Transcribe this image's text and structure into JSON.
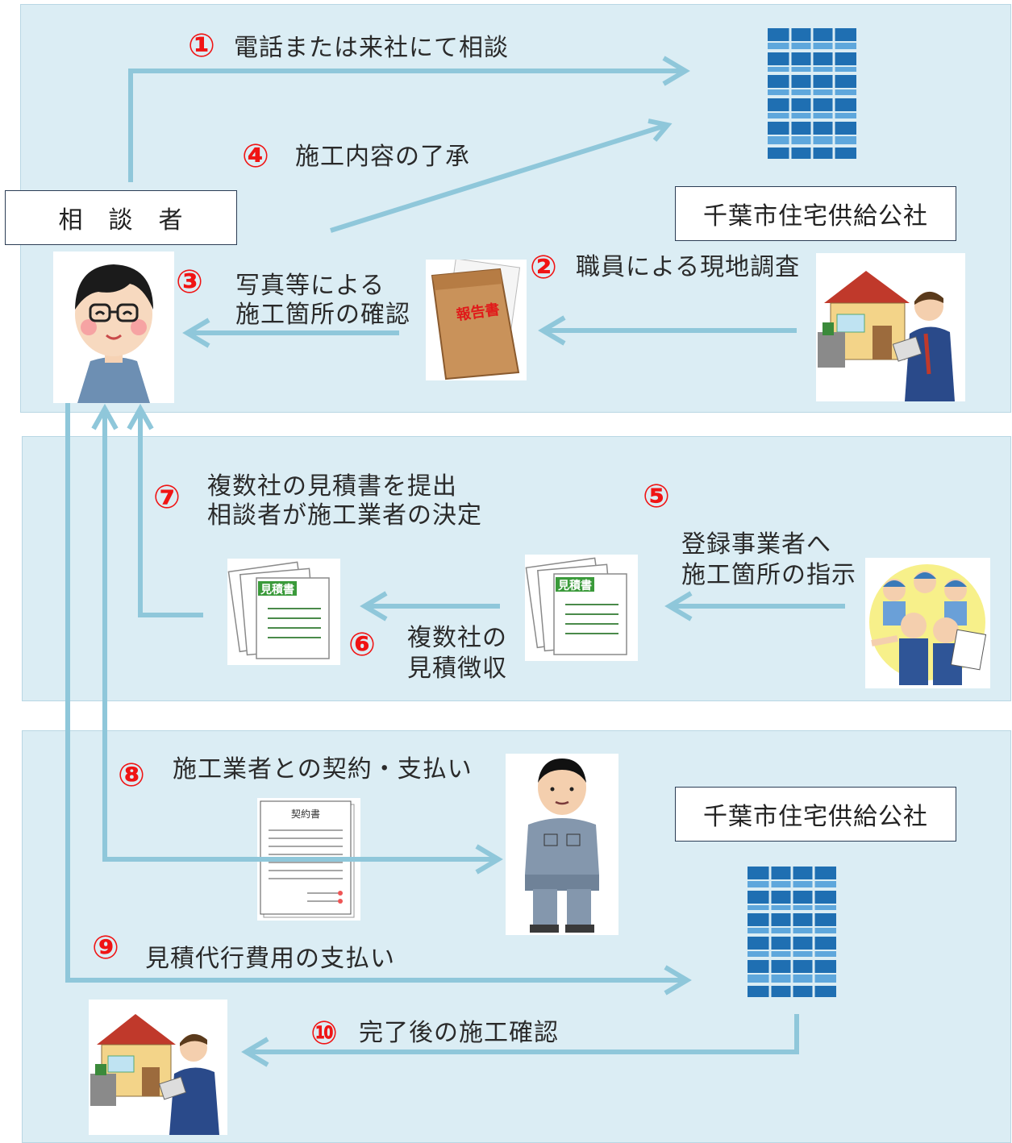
{
  "steps": {
    "s1": {
      "num": "①",
      "text": "電話または来社にて相談"
    },
    "s2": {
      "num": "②",
      "text": "職員による現地調査"
    },
    "s3": {
      "num": "③",
      "line1": "写真等による",
      "line2": "施工箇所の確認"
    },
    "s4": {
      "num": "④",
      "text": "施工内容の了承"
    },
    "s5": {
      "num": "⑤",
      "line1": "登録事業者へ",
      "line2": "施工箇所の指示"
    },
    "s6": {
      "num": "⑥",
      "line1": "複数社の",
      "line2": "見積徴収"
    },
    "s7": {
      "num": "⑦",
      "line1": "複数社の見積書を提出",
      "line2": "相談者が施工業者の決定"
    },
    "s8": {
      "num": "⑧",
      "text": "施工業者との契約・支払い"
    },
    "s9": {
      "num": "⑨",
      "text": "見積代行費用の支払い"
    },
    "s10": {
      "num": "⑩",
      "text": "完了後の施工確認"
    }
  },
  "labels": {
    "consultant": "相　談　者",
    "org_top": "千葉市住宅供給公社",
    "org_bottom": "千葉市住宅供給公社",
    "report_stamp": "報告書",
    "estimate_title": "見積書",
    "contract_title": "契約書"
  },
  "colors": {
    "panel_bg": "#dbedf4",
    "arrow": "#8fc7da",
    "step_number": "#f01414",
    "building": "#1f6fb2"
  }
}
